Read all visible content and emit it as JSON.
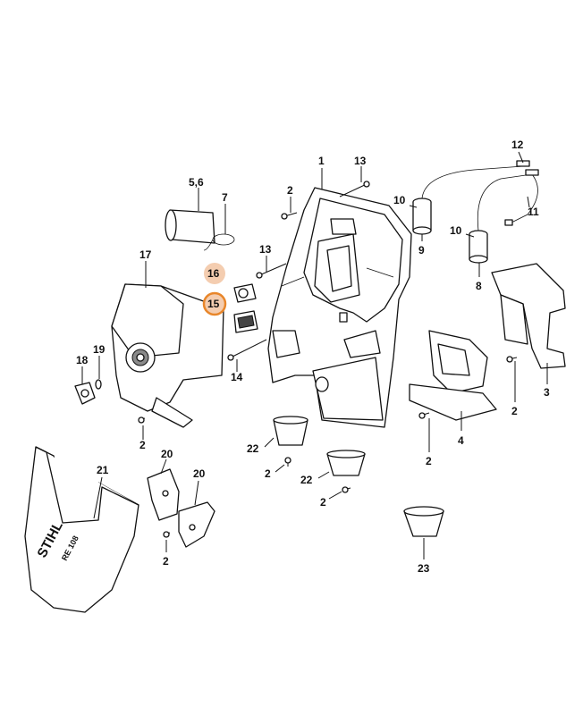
{
  "brand": {
    "logo": "STIHL",
    "model": "RE 108"
  },
  "colors": {
    "highlight_fill": "#f4cdb0",
    "highlight_ring": "#e8862a",
    "line": "#111111"
  },
  "labels": {
    "l1": "1",
    "l2a": "2",
    "l2b": "2",
    "l2c": "2",
    "l2d": "2",
    "l2e": "2",
    "l2f": "2",
    "l2g": "2",
    "l3": "3",
    "l4": "4",
    "l56": "5,6",
    "l7": "7",
    "l8": "8",
    "l9": "9",
    "l10a": "10",
    "l10b": "10",
    "l11": "11",
    "l12": "12",
    "l13a": "13",
    "l13b": "13",
    "l14": "14",
    "l15": "15",
    "l16": "16",
    "l17": "17",
    "l18": "18",
    "l19": "19",
    "l20a": "20",
    "l20b": "20",
    "l21": "21",
    "l22a": "22",
    "l22b": "22",
    "l23": "23"
  }
}
